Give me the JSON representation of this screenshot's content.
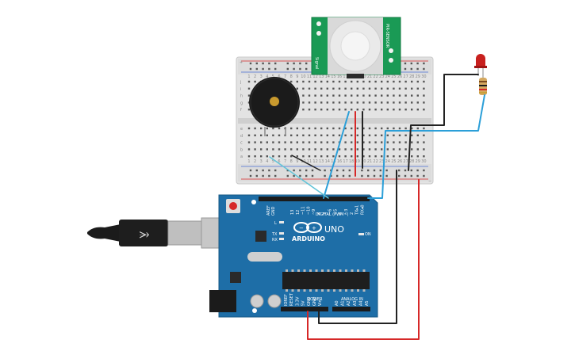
{
  "board": {
    "digital_label": "DIGITAL (PWM~)",
    "brand": "ARDUINO",
    "model": "UNO",
    "power_label": "POWER",
    "analog_label": "ANALOG IN",
    "on_label": "ON",
    "l_label": "L",
    "tx_label": "TX",
    "rx_label": "RX",
    "aref_label": "AREF",
    "gnd_label": "GND",
    "pwr_pins": [
      "IOREF",
      "RESET",
      "3.3V",
      "5V",
      "GND",
      "GND",
      "Vin"
    ],
    "analog_pins": [
      "A0",
      "A1",
      "A2",
      "A3",
      "A4",
      "A5"
    ],
    "digital_pins": [
      "13",
      "12",
      "~11",
      "~10",
      "~9",
      "8",
      "7",
      "~6",
      "~5",
      "4",
      "~3",
      "2",
      "TX▸1",
      "RX◂0"
    ]
  },
  "pir": {
    "left_text": "Signal",
    "right_text": "PIR-SENSOR"
  },
  "breadboard": {
    "row_letters_top": [
      "j",
      "i",
      "h",
      "g",
      "f"
    ],
    "row_letters_bottom": [
      "e",
      "d",
      "c",
      "b",
      "a"
    ],
    "column_numbers": [
      "1",
      "2",
      "3",
      "4",
      "5",
      "6",
      "7",
      "8",
      "9",
      "10",
      "11",
      "12",
      "13",
      "14",
      "15",
      "16",
      "17",
      "18",
      "19",
      "20",
      "21",
      "22",
      "23",
      "24",
      "25",
      "26",
      "27",
      "28",
      "29",
      "30"
    ],
    "rail_plus": "+",
    "rail_minus": "−"
  },
  "colors": {
    "board_blue": "#1e6ea7",
    "wire_blue": "#2b9fd8",
    "wire_black": "#222222",
    "wire_red": "#d62828",
    "wire_light_blue": "#5fc3d8",
    "pir_green": "#1a9a55",
    "led_red": "#c8201e"
  }
}
